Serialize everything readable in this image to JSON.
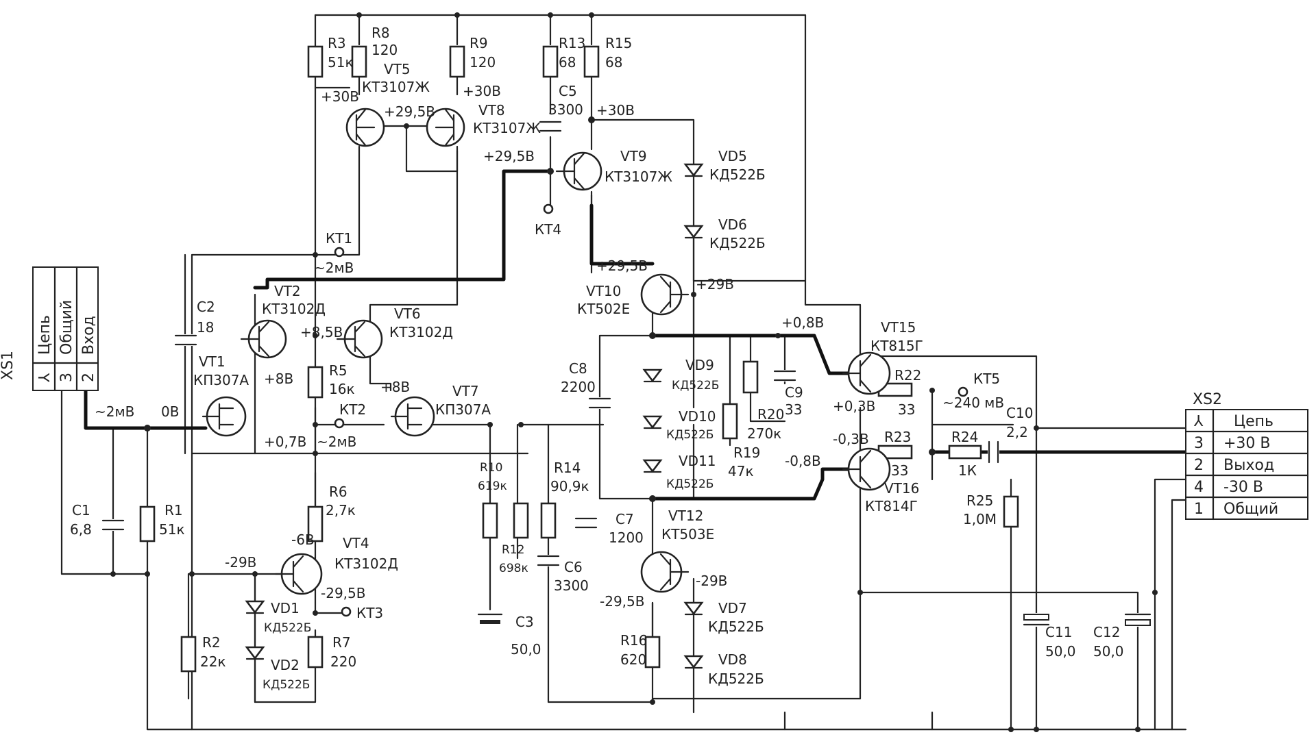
{
  "xs1": {
    "designator": "XS1",
    "header": [
      "⅄",
      "Цепь"
    ],
    "rows": [
      {
        "pin": "3",
        "signal": "Общий"
      },
      {
        "pin": "2",
        "signal": "Вход"
      }
    ]
  },
  "xs2": {
    "designator": "XS2",
    "header": [
      "⅄",
      "Цепь"
    ],
    "rows": [
      {
        "pin": "3",
        "signal": "+30 В"
      },
      {
        "pin": "2",
        "signal": "Выход"
      },
      {
        "pin": "4",
        "signal": "-30 В"
      },
      {
        "pin": "1",
        "signal": "Общий"
      }
    ]
  },
  "components": {
    "R1": {
      "ref": "R1",
      "value": "51к"
    },
    "R2": {
      "ref": "R2",
      "value": "22к"
    },
    "R3": {
      "ref": "R3",
      "value": "51к"
    },
    "R5": {
      "ref": "R5",
      "value": "16к"
    },
    "R6": {
      "ref": "R6",
      "value": "2,7к"
    },
    "R7": {
      "ref": "R7",
      "value": "220"
    },
    "R8": {
      "ref": "R8",
      "value": "120"
    },
    "R9": {
      "ref": "R9",
      "value": "120"
    },
    "R10": {
      "ref": "R10",
      "value": "619к"
    },
    "R12": {
      "ref": "R12",
      "value": "698к"
    },
    "R13": {
      "ref": "R13",
      "value": "68"
    },
    "R14": {
      "ref": "R14",
      "value": "90,9к"
    },
    "R15": {
      "ref": "R15",
      "value": "68"
    },
    "R16": {
      "ref": "R16",
      "value": "620"
    },
    "R19": {
      "ref": "R19",
      "value": "47к"
    },
    "R20": {
      "ref": "R20",
      "value": "270к"
    },
    "R22": {
      "ref": "R22",
      "value": "33"
    },
    "R23": {
      "ref": "R23",
      "value": "33"
    },
    "R24": {
      "ref": "R24",
      "value": "1К"
    },
    "R25": {
      "ref": "R25",
      "value": "1,0М"
    },
    "C1": {
      "ref": "C1",
      "value": "6,8"
    },
    "C2": {
      "ref": "C2",
      "value": "18"
    },
    "C3": {
      "ref": "C3",
      "value": "50,0"
    },
    "C5": {
      "ref": "C5",
      "value": "3300"
    },
    "C6": {
      "ref": "C6",
      "value": "3300"
    },
    "C7": {
      "ref": "C7",
      "value": "1200"
    },
    "C8": {
      "ref": "C8",
      "value": "2200"
    },
    "C9": {
      "ref": "C9",
      "value": "33"
    },
    "C10": {
      "ref": "C10",
      "value": "2,2"
    },
    "C11": {
      "ref": "C11",
      "value": "50,0"
    },
    "C12": {
      "ref": "C12",
      "value": "50,0"
    },
    "VT1": {
      "ref": "VT1",
      "value": "КП307А"
    },
    "VT2": {
      "ref": "VT2",
      "value": "КТ3102Д"
    },
    "VT4": {
      "ref": "VT4",
      "value": "КТ3102Д"
    },
    "VT5": {
      "ref": "VT5",
      "value": "КТ3107Ж"
    },
    "VT6": {
      "ref": "VT6",
      "value": "КТ3102Д"
    },
    "VT7": {
      "ref": "VT7",
      "value": "КП307А"
    },
    "VT8": {
      "ref": "VT8",
      "value": "КТ3107Ж"
    },
    "VT9": {
      "ref": "VT9",
      "value": "КТ3107Ж"
    },
    "VT10": {
      "ref": "VT10",
      "value": "КТ502Е"
    },
    "VT12": {
      "ref": "VT12",
      "value": "КТ503Е"
    },
    "VT15": {
      "ref": "VT15",
      "value": "КТ815Г"
    },
    "VT16": {
      "ref": "VT16",
      "value": "КТ814Г"
    },
    "VD1": {
      "ref": "VD1",
      "value": "КД522Б"
    },
    "VD2": {
      "ref": "VD2",
      "value": "КД522Б"
    },
    "VD5": {
      "ref": "VD5",
      "value": "КД522Б"
    },
    "VD6": {
      "ref": "VD6",
      "value": "КД522Б"
    },
    "VD7": {
      "ref": "VD7",
      "value": "КД522Б"
    },
    "VD8": {
      "ref": "VD8",
      "value": "КД522Б"
    },
    "VD9": {
      "ref": "VD9",
      "value": "КД522Б"
    },
    "VD10": {
      "ref": "VD10",
      "value": "КД522Б"
    },
    "VD11": {
      "ref": "VD11",
      "value": "КД522Б"
    }
  },
  "test_points": {
    "KT1": "КТ1",
    "KT2": "КТ2",
    "KT3": "КТ3",
    "KT4": "КТ4",
    "KT5": "КТ5"
  },
  "voltages": {
    "vt5_e": "+30В",
    "vt5_c": "+29,5В",
    "vt8_e": "+30В",
    "vt9_e": "+30В",
    "vt9_b": "+29,5В",
    "kt1": "~2мВ",
    "vt10_b": "+29,5В",
    "vt10_c": "+29В",
    "vt6_b": "+8,5В",
    "vt1_d": "+8В",
    "vt7_d": "+8В",
    "input": "~2мВ",
    "vt1_g": "0В",
    "src_node": "+0,7В",
    "kt2": "~2мВ",
    "vt15_b": "+0,8В",
    "vt15_e": "+0,3В",
    "vt16_e": "-0,3В",
    "vt16_b": "-0,8В",
    "kt5": "~240 мВ",
    "vt4_c": "-6В",
    "vt4_b": "-29В",
    "vt4_e": "-29,5В",
    "vt12_c": "-29В",
    "vt12_e": "-29,5В"
  }
}
